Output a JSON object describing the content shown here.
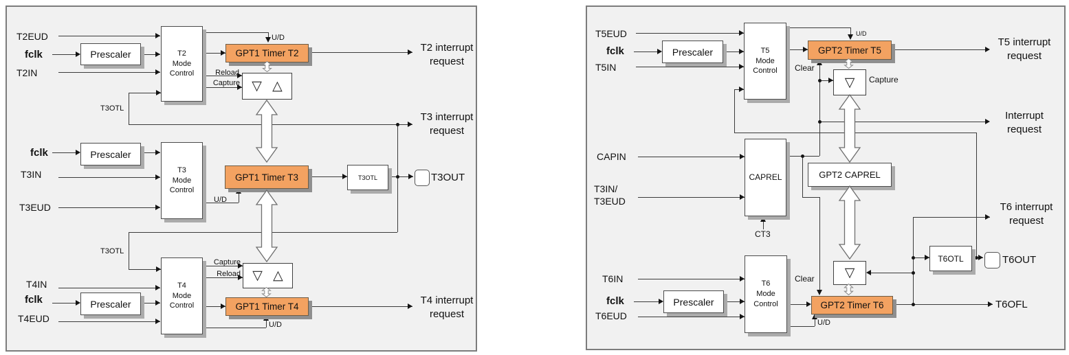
{
  "colors": {
    "timer_fill": "#f3a261",
    "panel_bg": "#f1f1f1",
    "panel_border": "#7c7c7c",
    "wire": "#3a3a3a",
    "box_shadow": "#ababab"
  },
  "gpt1": {
    "t2": {
      "eud": "T2EUD",
      "fclk": "fclk",
      "tin": "T2IN",
      "prescaler": "Prescaler",
      "mode": "T2\nMode\nControl",
      "timer": "GPT1 Timer T2",
      "ud": "U/D",
      "reload": "Reload",
      "capture": "Capture",
      "glyphs": "▽ △",
      "t3otl_tap": "T3OTL",
      "irq": "T2 interrupt\nrequest"
    },
    "t3": {
      "fclk": "fclk",
      "tin": "T3IN",
      "eud": "T3EUD",
      "prescaler": "Prescaler",
      "mode": "T3\nMode\nControl",
      "timer": "GPT1 Timer T3",
      "ud": "U/D",
      "otl_box": "T3OTL",
      "out_pin": "T3OUT",
      "irq": "T3 interrupt\nrequest"
    },
    "t4": {
      "t3otl_tap": "T3OTL",
      "tin": "T4IN",
      "fclk": "fclk",
      "eud": "T4EUD",
      "prescaler": "Prescaler",
      "mode": "T4\nMode\nControl",
      "timer": "GPT1 Timer T4",
      "ud": "U/D",
      "capture": "Capture",
      "reload": "Reload",
      "glyphs": "▽ △",
      "irq": "T4 interrupt\nrequest"
    }
  },
  "gpt2": {
    "t5": {
      "eud": "T5EUD",
      "fclk": "fclk",
      "tin": "T5IN",
      "prescaler": "Prescaler",
      "mode": "T5\nMode\nControl",
      "timer": "GPT2 Timer T5",
      "ud": "U/D",
      "clear": "Clear",
      "glyph": "▽",
      "capture": "Capture",
      "irq": "T5 interrupt\nrequest"
    },
    "caprel": {
      "capin": "CAPIN",
      "t3pins": "T3IN/\nT3EUD",
      "box": "CAPREL",
      "ct3": "CT3",
      "reg": "GPT2 CAPREL",
      "irq": "Interrupt\nrequest"
    },
    "t6": {
      "tin": "T6IN",
      "fclk": "fclk",
      "eud": "T6EUD",
      "prescaler": "Prescaler",
      "mode": "T6\nMode\nControl",
      "timer": "GPT2 Timer T6",
      "clear": "Clear",
      "ud": "U/D",
      "glyph": "▽",
      "otl_box": "T6OTL",
      "out_pin": "T6OUT",
      "ofl": "T6OFL",
      "irq": "T6 interrupt\nrequest"
    }
  }
}
